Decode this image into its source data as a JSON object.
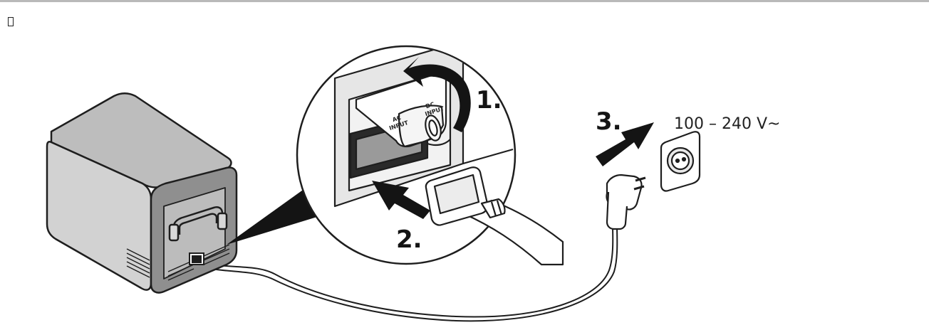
{
  "steps": [
    {
      "label": "1."
    },
    {
      "label": "2."
    },
    {
      "label": "3."
    }
  ],
  "voltage": "100 – 240 V~",
  "port_labels": {
    "ac_line1": "AC",
    "ac_line2": "INPUT",
    "dc_line1": "DC",
    "dc_line2": "INPUT"
  },
  "colors": {
    "line": "#1e1e1e",
    "device_body": "#cfcfcf",
    "device_top": "#bdbdbd",
    "device_front": "#8e8e8e",
    "arrow": "#141414"
  },
  "icons": {
    "corner": "missing-glyph-icon"
  }
}
